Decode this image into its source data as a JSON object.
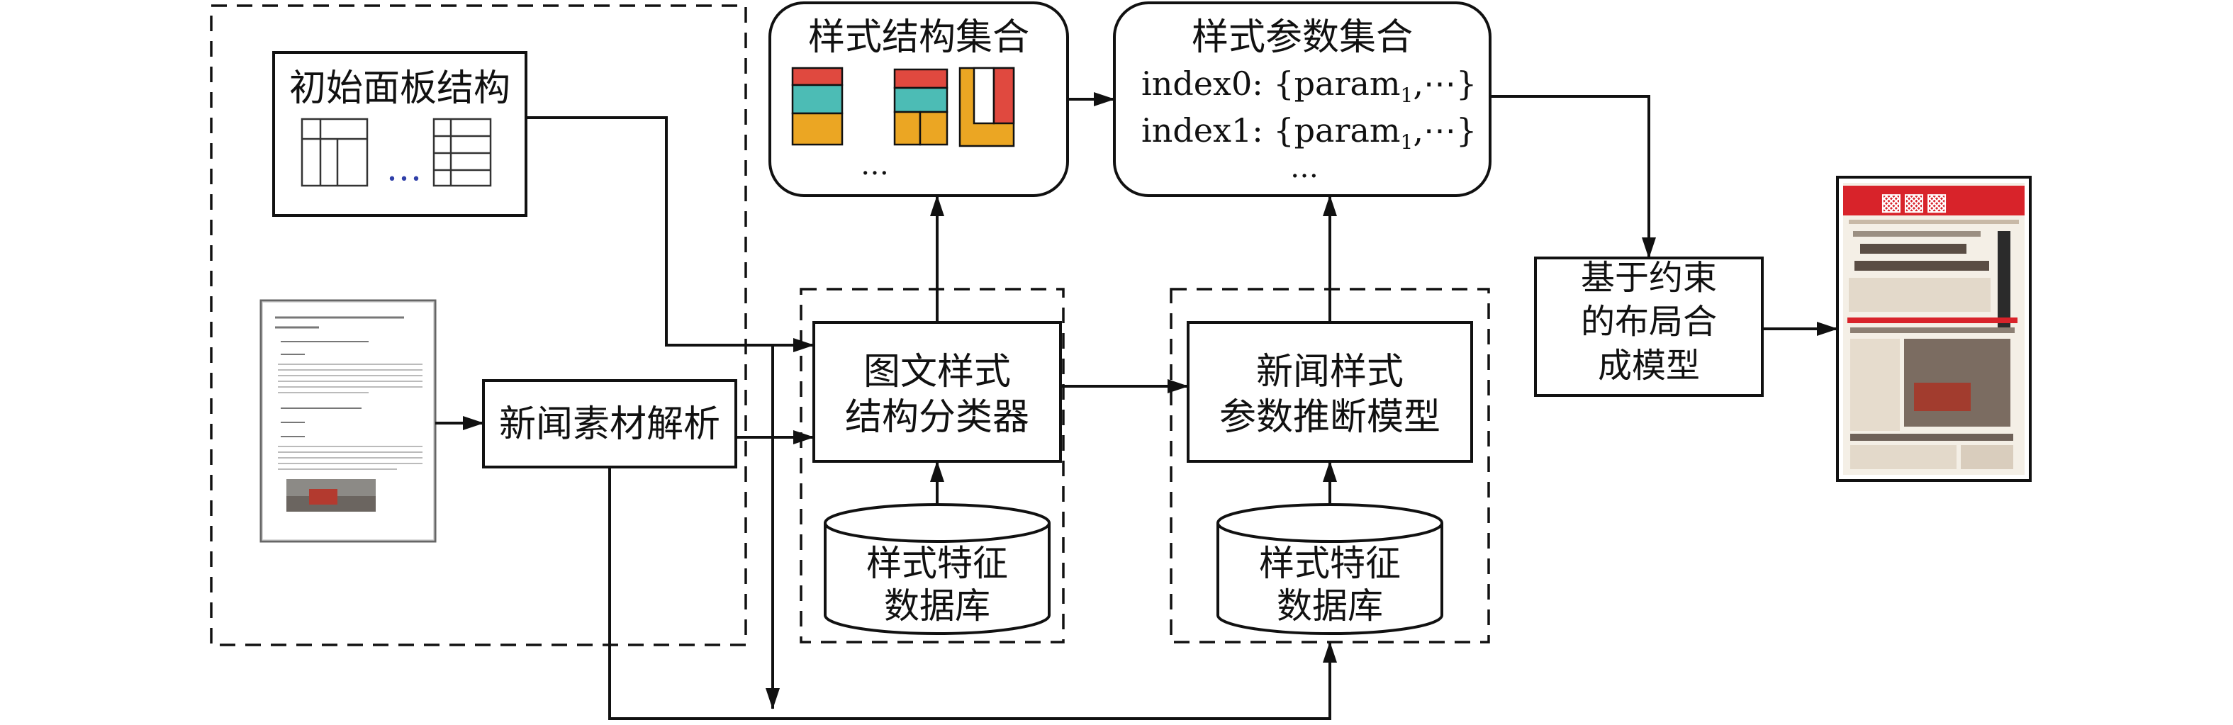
{
  "labels": {
    "initial_panel": "初始面板结构",
    "news_parse": "新闻素材解析",
    "classifier_line1": "图文样式",
    "classifier_line2": "结构分类器",
    "inference_line1": "新闻样式",
    "inference_line2": "参数推断模型",
    "db1_line1": "样式特征",
    "db1_line2": "数据库",
    "db2_line1": "样式特征",
    "db2_line2": "数据库",
    "style_struct_set": "样式结构集合",
    "style_struct_ellipsis": "…",
    "style_param_set": "样式参数集合",
    "param_row0_prefix": "index0: {param",
    "param_row0_sub": "1",
    "param_row0_suffix": ",⋯}",
    "param_row1_prefix": "index1: {param",
    "param_row1_sub": "1",
    "param_row1_suffix": ",⋯}",
    "param_ellipsis": "…",
    "layout_model_line1": "基于约束",
    "layout_model_line2": "的布局合",
    "layout_model_line3": "成模型",
    "panel_dots": "•••"
  },
  "colors": {
    "red": "#e0493f",
    "teal": "#4cbcb5",
    "orange": "#eba623",
    "newspaper_red": "#d8232a"
  },
  "icons": {
    "document": "news-document-icon",
    "panel": "panel-grid-icon",
    "newspaper": "newspaper-page-icon"
  }
}
